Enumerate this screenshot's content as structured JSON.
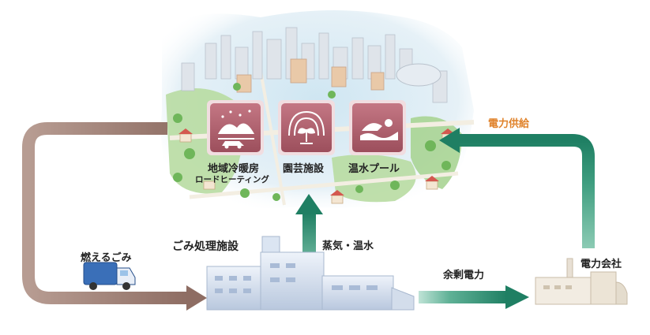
{
  "facilities": {
    "district_heating": {
      "label": "地域冷暖房",
      "sub_label": "ロードヒーティング",
      "icon": "district-heating-icon"
    },
    "horticulture": {
      "label": "園芸施設",
      "icon": "sprout-greenhouse-icon"
    },
    "heated_pool": {
      "label": "温水プール",
      "icon": "swimmer-icon"
    }
  },
  "flows": {
    "burnable_waste": "燃えるごみ",
    "steam_hot_water": "蒸気・温水",
    "surplus_power": "余剰電力",
    "power_supply": "電力供給"
  },
  "nodes": {
    "waste_plant": "ごみ処理施設",
    "power_company": "電力会社"
  },
  "colors": {
    "brown_arrow": "#a88b80",
    "green_arrow": "#2f8f73",
    "tile": "#a85d6a",
    "accent_orange": "#e0822a"
  }
}
